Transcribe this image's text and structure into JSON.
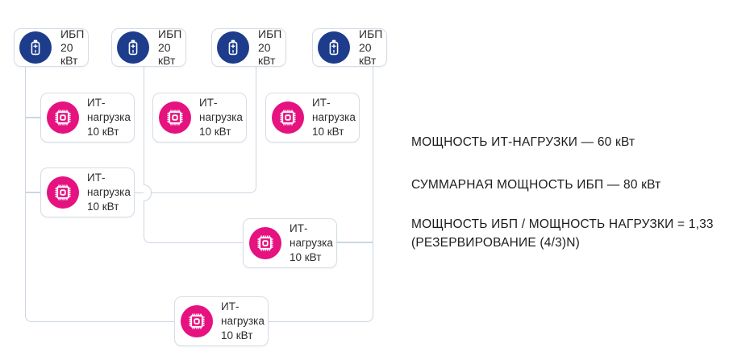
{
  "diagram": {
    "ups_units": [
      {
        "name": "ИБП",
        "power": "20 кВт"
      },
      {
        "name": "ИБП",
        "power": "20 кВт"
      },
      {
        "name": "ИБП",
        "power": "20 кВт"
      },
      {
        "name": "ИБП",
        "power": "20 кВт"
      }
    ],
    "it_loads": [
      {
        "name": "ИТ-нагрузка",
        "power": "10 кВт"
      },
      {
        "name": "ИТ-нагрузка",
        "power": "10 кВт"
      },
      {
        "name": "ИТ-нагрузка",
        "power": "10 кВт"
      },
      {
        "name": "ИТ-нагрузка",
        "power": "10 кВт"
      },
      {
        "name": "ИТ-нагрузка",
        "power": "10 кВт"
      },
      {
        "name": "ИТ-нагрузка",
        "power": "10 кВт"
      }
    ]
  },
  "summary": {
    "it_load_total": "МОЩНОСТЬ ИТ-НАГРУЗКИ — 60 кВт",
    "ups_total": "СУММАРНАЯ МОЩНОСТЬ ИБП — 80 кВт",
    "ratio": "МОЩНОСТЬ ИБП / МОЩНОСТЬ НАГРУЗКИ = 1,33",
    "redundancy": "(РЕЗЕРВИРОВАНИЕ (4/3)N)"
  },
  "colors": {
    "ups_icon_bg": "#1d3c8c",
    "load_icon_bg": "#e5127f",
    "connector": "#ccd6e2",
    "node_border": "#d6dde6",
    "text": "#1d1d1d"
  }
}
